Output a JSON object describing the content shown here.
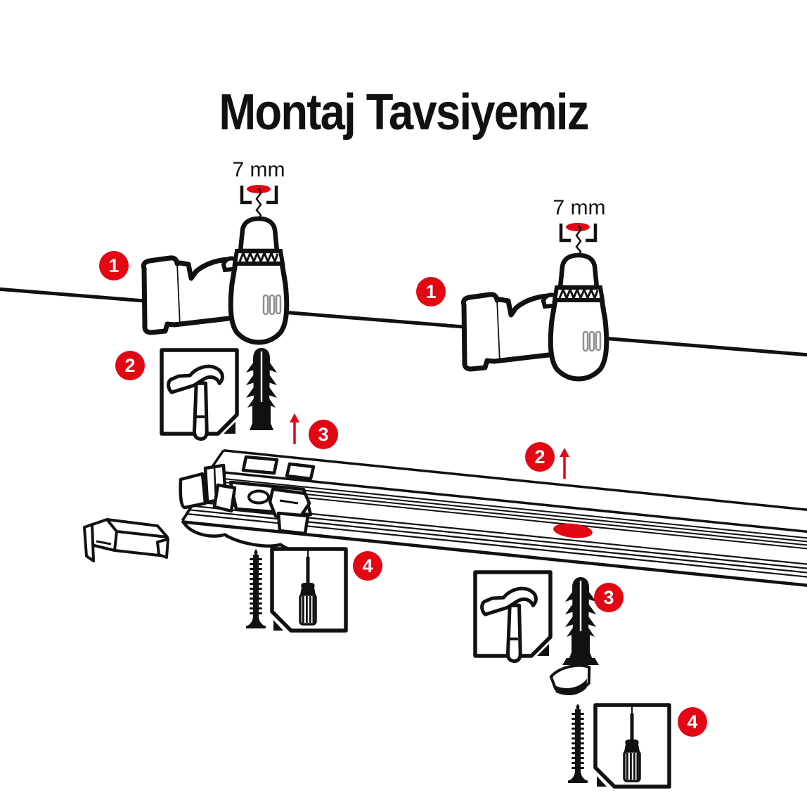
{
  "title": "Montaj Tavsiyemiz",
  "hole_labels": {
    "left": "7 mm",
    "right": "7 mm"
  },
  "badges": {
    "step1_left": "1",
    "step1_right": "1",
    "step2_left": "2",
    "step3_left": "3",
    "step2_right": "2",
    "step4_left": "4",
    "step3_right": "3",
    "step4_right": "4"
  },
  "colors": {
    "accent_red": "#e30613",
    "ink_black": "#111111",
    "background": "#ffffff",
    "vent_gray": "#8f8f8f"
  },
  "icons": {
    "drill-icon": "cordless drill pointing up at ceiling",
    "drill-hole-marker": "bracket with red oval marking 7 mm hole",
    "hammer-icon": "outlined claw hammer in dog-eared box",
    "wall-plug-icon": "black wall anchor plug silhouette",
    "screwdriver-icon": "screwdriver in dog-eared box",
    "screw-icon": "black screw silhouette",
    "up-arrow-icon": "red upward arrow",
    "rail-illustration": "curtain rail profile with mounting bracket",
    "mounting-clip-icon": "loose mounting clip"
  }
}
